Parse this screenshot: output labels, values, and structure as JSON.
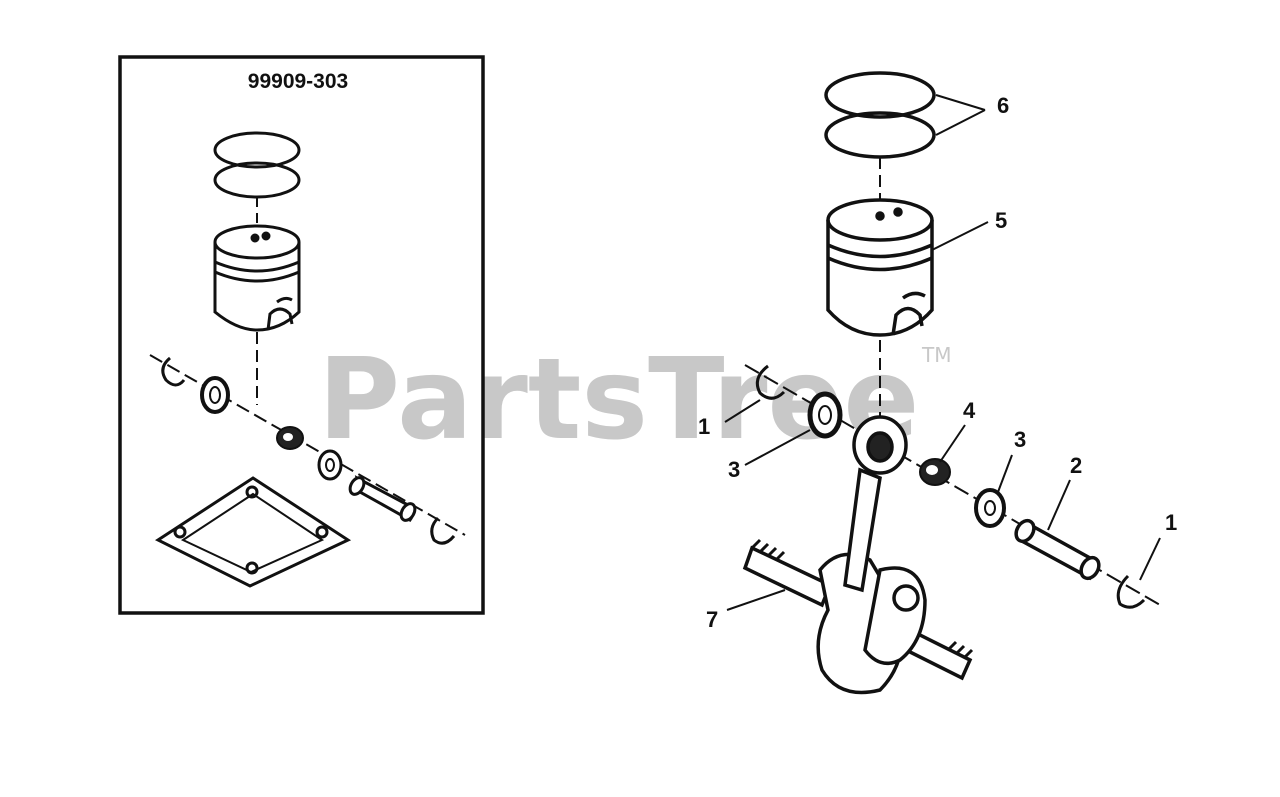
{
  "kit": {
    "part_number": "99909-303"
  },
  "callouts": {
    "snap_ring_left": "1",
    "snap_ring_right": "1",
    "piston_pin": "2",
    "washer_left": "3",
    "washer_right": "3",
    "needle_bearing": "4",
    "piston": "5",
    "piston_rings": "6",
    "crankshaft": "7"
  },
  "watermark": {
    "brand": "PartsTree",
    "tm": "TM"
  }
}
